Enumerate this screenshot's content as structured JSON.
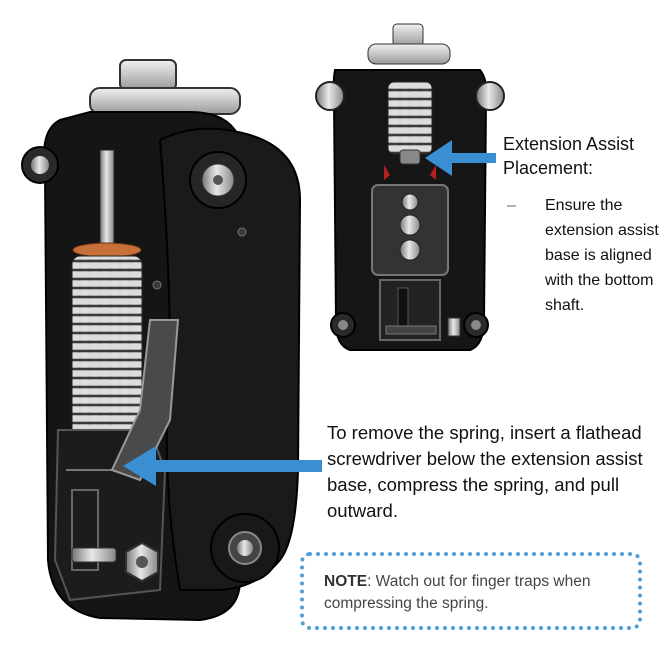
{
  "callout_top": {
    "title": "Extension Assist Placement:",
    "bullet_dash": "–",
    "bullet_text": "Ensure the extension assist base is aligned with the bottom shaft."
  },
  "callout_main": {
    "text": "To remove the spring, insert a flathead screwdriver below the extension assist base, compress the spring, and pull outward."
  },
  "note": {
    "label": "NOTE",
    "text": ": Watch out for finger traps when compressing the spring."
  },
  "colors": {
    "arrow": "#3a8fd3",
    "note_border": "#4d9fd6",
    "frame": "#1e1e1e"
  }
}
